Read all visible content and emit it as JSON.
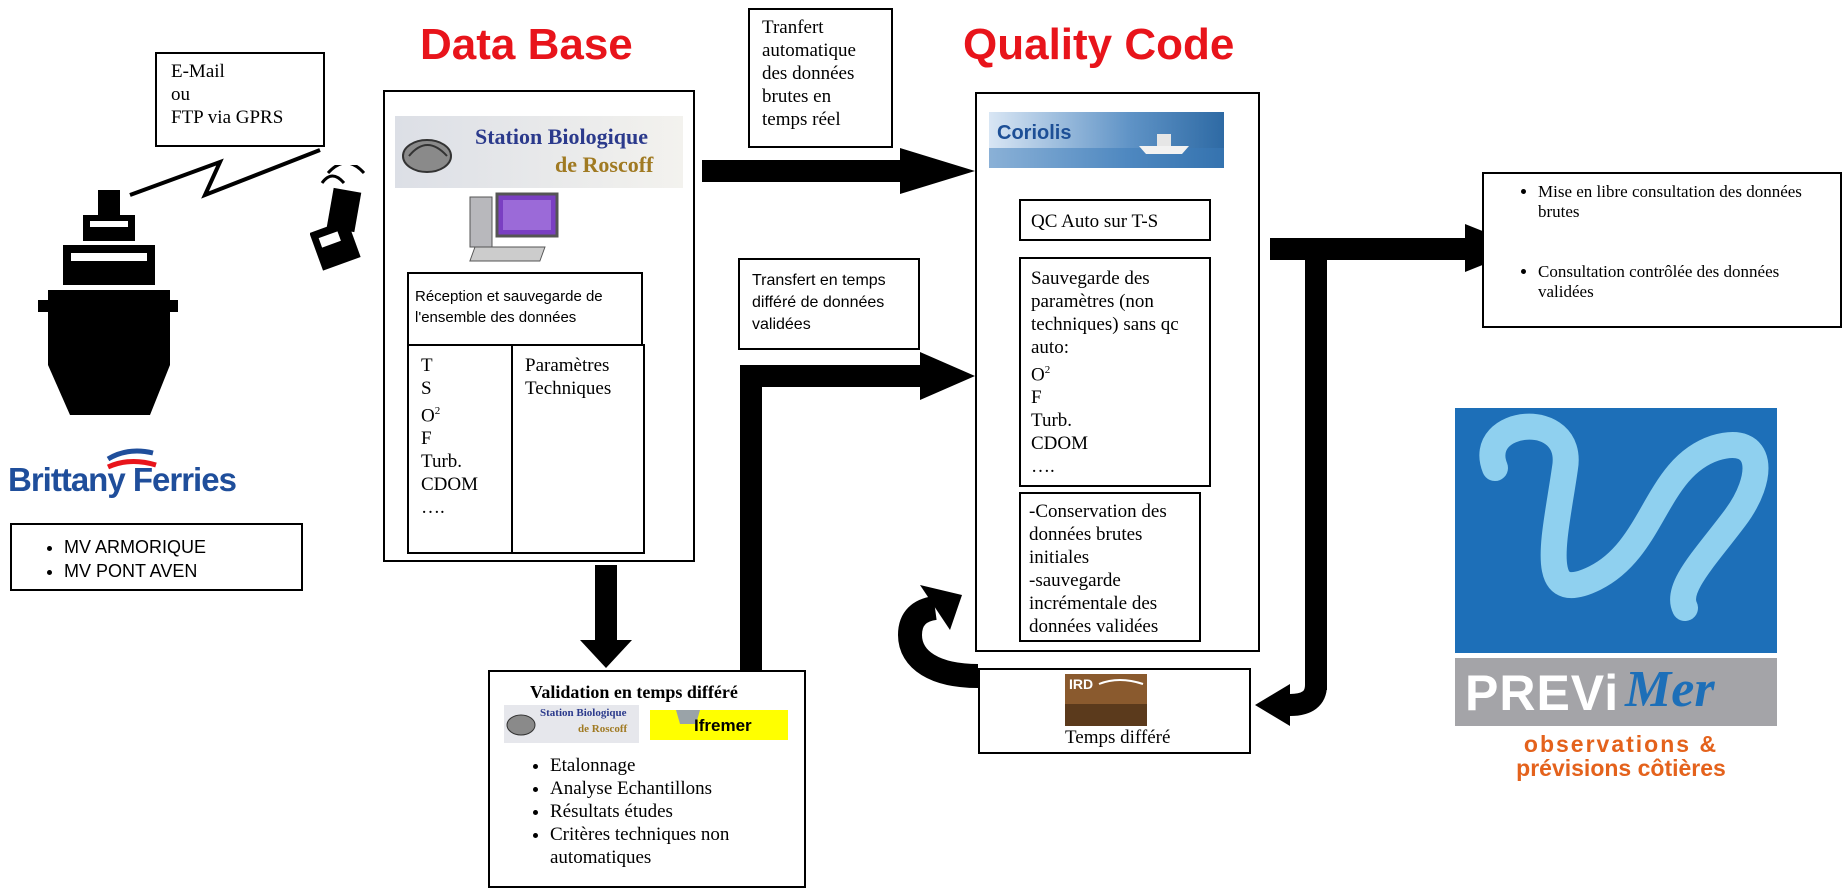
{
  "headings": {
    "data_base": "Data Base",
    "quality_code": "Quality Code"
  },
  "email_box": [
    "E-Mail",
    "ou",
    "FTP via GPRS"
  ],
  "brittany": {
    "logo_text": "Brittany Ferries",
    "vessels": [
      "MV ARMORIQUE",
      "MV PONT AVEN"
    ]
  },
  "database": {
    "logo_line1": "Station Biologique",
    "logo_line2": "de Roscoff",
    "reception": "Réception et sauvegarde de l'ensemble des données",
    "params": [
      "T",
      "S",
      "O",
      "F",
      "Turb.",
      "CDOM",
      "…."
    ],
    "o_sup": "2",
    "technical": "Paramètres Techniques"
  },
  "transfer_auto": [
    "Tranfert",
    "automatique",
    "des données",
    "brutes en",
    "temps réel"
  ],
  "transfer_delayed": [
    "Transfert en temps",
    "différé de données",
    "validées"
  ],
  "quality": {
    "coriolis_logo": "Coriolis",
    "qc_auto": "QC Auto sur T-S",
    "save_params_lines": [
      "Sauvegarde des",
      "paramètres (non",
      "techniques) sans qc",
      "auto:"
    ],
    "save_params_list": [
      "O",
      "F",
      "Turb.",
      "CDOM",
      "…."
    ],
    "o_sup": "2",
    "conservation_lines": [
      "-Conservation des",
      "données brutes",
      "initiales",
      "-sauvegarde",
      "incrémentale des",
      "données validées"
    ]
  },
  "ird": {
    "logo": "IRD",
    "caption": "Temps différé"
  },
  "validation": {
    "title": "Validation en temps différé",
    "logo_sbr_1": "Station Biologique",
    "logo_sbr_2": "de Roscoff",
    "logo_ifremer": "Ifremer",
    "items": [
      "Etalonnage",
      "Analyse Echantillons",
      "Résultats études",
      "Critères techniques non automatiques"
    ]
  },
  "public": {
    "items": [
      "Mise en libre consultation des données brutes",
      "Consultation contrôlée des données validées"
    ]
  },
  "previmer": {
    "brand_a": "PREVi",
    "brand_b": "Mer",
    "tagline_1": "observations &",
    "tagline_2": "prévisions côtières"
  },
  "colors": {
    "heading_red": "#e8141b",
    "ferries_blue": "#1f4e9b",
    "previmer_blue": "#1d6fb8",
    "previmer_orange": "#e4621c",
    "previmer_grey": "#a4a4a8"
  }
}
